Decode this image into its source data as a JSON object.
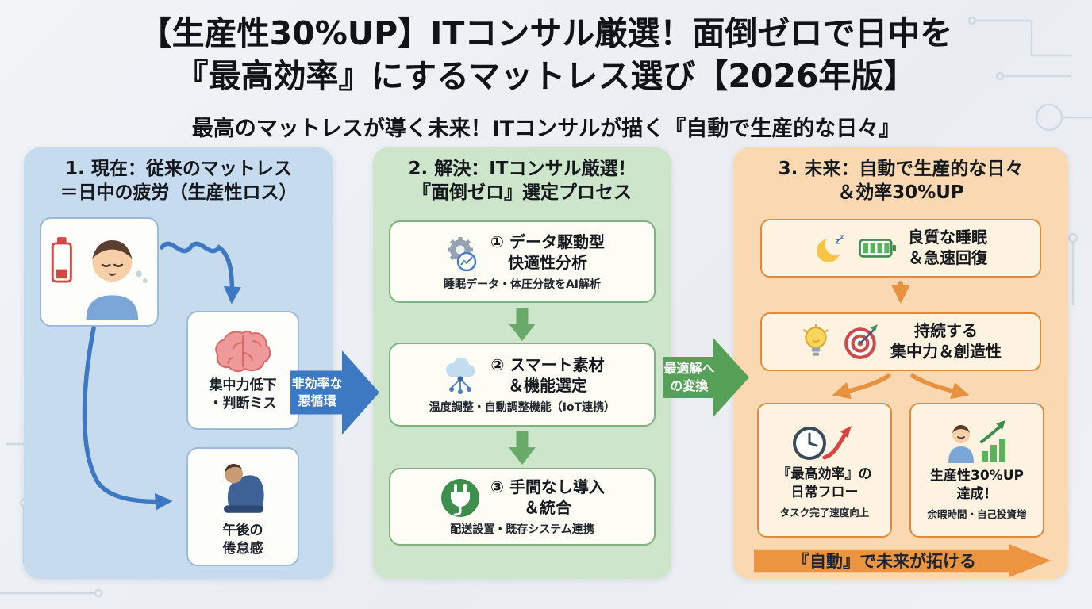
{
  "header": {
    "title_line1": "【生産性30%UP】ITコンサル厳選！面倒ゼロで日中を",
    "title_line2": "『最高効率』にするマットレス選び【2026年版】",
    "subtitle": "最高のマットレスが導く未来！ITコンサルが描く『自動で生産的な日々』"
  },
  "panel_current": {
    "title_line1": "1. 現在：従来のマットレス",
    "title_line2": "＝日中の疲労（生産性ロス）",
    "focus_loss_line1": "集中力低下",
    "focus_loss_line2": "・判断ミス",
    "afternoon_line1": "午後の",
    "afternoon_line2": "倦怠感"
  },
  "transition_inefficiency": {
    "line1": "非効率な",
    "line2": "悪循環"
  },
  "panel_process": {
    "title_line1": "2. 解決：ITコンサル厳選！",
    "title_line2": "『面倒ゼロ』選定プロセス",
    "steps": [
      {
        "title_line1": "① データ駆動型",
        "title_line2": "快適性分析",
        "desc": "睡眠データ・体圧分散をAI解析"
      },
      {
        "title_line1": "② スマート素材",
        "title_line2": "＆機能選定",
        "desc": "温度調整・自動調整機能（IoT連携）"
      },
      {
        "title_line1": "③ 手間なし導入",
        "title_line2": "＆統合",
        "desc": "配送設置・既存システム連携"
      }
    ]
  },
  "transition_optimization": {
    "line1": "最適解へ",
    "line2": "の変換"
  },
  "panel_future": {
    "title_line1": "3. 未来：自動で生産的な日々",
    "title_line2": "＆効率30%UP",
    "sleep_line1": "良質な睡眠",
    "sleep_line2": "＆急速回復",
    "focus_line1": "持続する",
    "focus_line2": "集中力＆創造性",
    "flow_title_line1": "『最高効率』の",
    "flow_title_line2": "日常フロー",
    "flow_desc": "タスク完了速度向上",
    "result_title_line1": "生産性30%UP",
    "result_title_line2": "達成！",
    "result_desc": "余暇時間・自己投資増",
    "banner_label": "『自動』で未来が拓ける"
  },
  "colors": {
    "panel_current_bg": "#c7dbee",
    "panel_process_bg": "#cde5ca",
    "panel_future_bg": "#fad8b2",
    "arrow_blue": "#3d78c2",
    "arrow_green": "#57a057",
    "arrow_orange": "#e8923f",
    "title_text": "#101418"
  },
  "icons": {
    "tired_person": "tired-person-icon",
    "low_battery": "low-battery-icon",
    "brain": "brain-icon",
    "slumped_person": "slumped-person-icon",
    "gear_chart": "gear-analytics-icon",
    "cloud_iot": "cloud-iot-icon",
    "plug": "plug-icon",
    "moon": "crescent-moon-icon",
    "full_battery": "full-battery-icon",
    "lightbulb": "lightbulb-icon",
    "target": "target-dart-icon",
    "clock_trend": "clock-uptrend-icon",
    "person_growth": "person-growth-icon"
  }
}
